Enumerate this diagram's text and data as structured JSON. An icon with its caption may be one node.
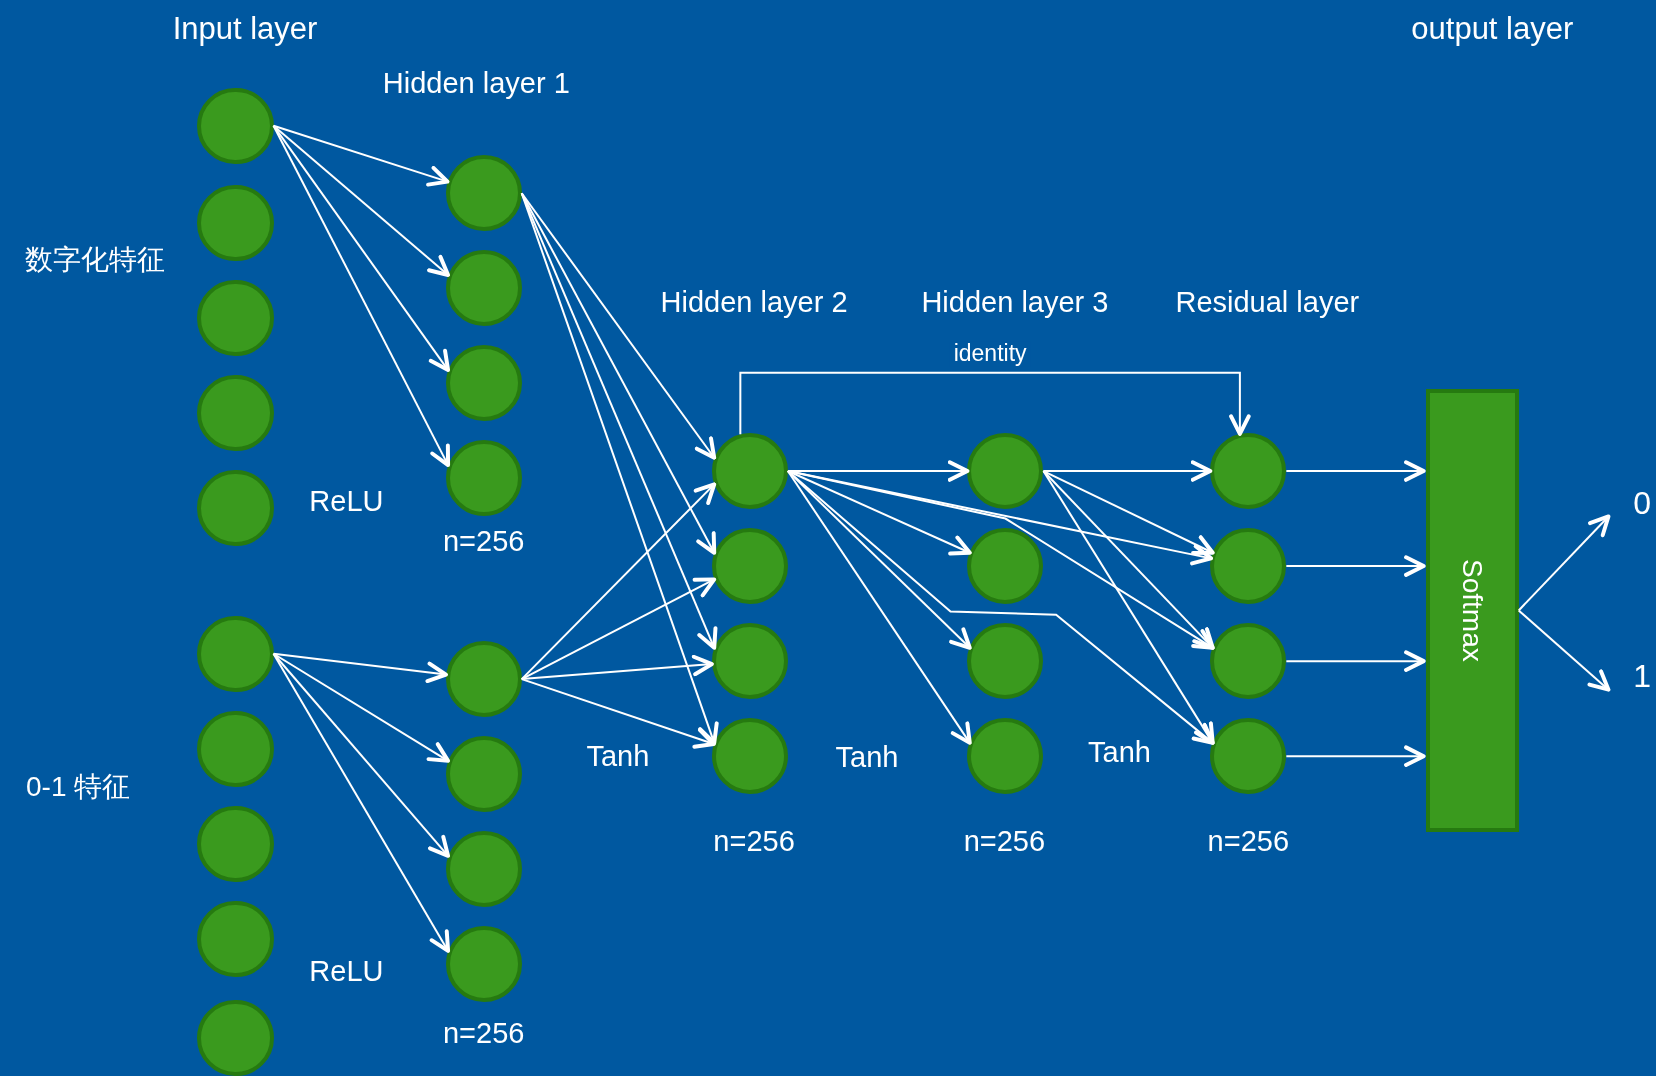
{
  "diagram": {
    "nodes": [
      {
        "text": [],
        "shape": "circle"
      },
      {
        "text": [],
        "shape": "circle"
      },
      {
        "text": [],
        "shape": "circle"
      },
      {
        "text": [],
        "shape": "circle"
      },
      {
        "text": [],
        "shape": "circle"
      },
      {
        "text": [],
        "shape": "circle"
      },
      {
        "text": [],
        "shape": "circle"
      },
      {
        "text": [],
        "shape": "circle"
      },
      {
        "text": [],
        "shape": "circle"
      },
      {
        "text": [],
        "shape": "circle"
      },
      {
        "text": [],
        "shape": "circle"
      },
      {
        "text": [],
        "shape": "circle"
      },
      {
        "text": [],
        "shape": "circle"
      },
      {
        "text": [],
        "shape": "circle"
      },
      {
        "text": [],
        "shape": "circle"
      },
      {
        "text": [],
        "shape": "circle"
      },
      {
        "text": [],
        "shape": "circle"
      },
      {
        "text": [],
        "shape": "circle"
      },
      {
        "text": [],
        "shape": "circle"
      },
      {
        "text": [],
        "shape": "circle"
      },
      {
        "text": [],
        "shape": "circle"
      },
      {
        "text": [],
        "shape": "circle"
      },
      {
        "text": [],
        "shape": "circle"
      },
      {
        "text": [],
        "shape": "circle"
      },
      {
        "text": [],
        "shape": "circle"
      },
      {
        "text": [],
        "shape": "circle"
      },
      {
        "text": [],
        "shape": "circle"
      },
      {
        "text": [],
        "shape": "circle"
      },
      {
        "text": [],
        "shape": "circle"
      },
      {
        "text": [],
        "shape": "circle"
      },
      {
        "text": [
          "Softmax"
        ]
      },
      {
        "text": [
          "0"
        ]
      },
      {
        "text": [
          "1"
        ]
      }
    ],
    "edges": [
      {
        "from": 0,
        "to": 10,
        "arrow": "to"
      },
      {
        "from": 0,
        "to": 11,
        "arrow": "to"
      },
      {
        "from": 0,
        "to": 12,
        "arrow": "to"
      },
      {
        "from": 0,
        "to": 13,
        "arrow": "to"
      },
      {
        "from": 5,
        "to": 14,
        "arrow": "to"
      },
      {
        "from": 5,
        "to": 15,
        "arrow": "to"
      },
      {
        "from": 5,
        "to": 16,
        "arrow": "to"
      },
      {
        "from": 5,
        "to": 17,
        "arrow": "to"
      },
      {
        "from": 10,
        "to": 18,
        "arrow": "to"
      },
      {
        "from": 10,
        "to": 19,
        "arrow": "to"
      },
      {
        "from": 10,
        "to": 20,
        "arrow": "to"
      },
      {
        "from": 10,
        "to": 21,
        "arrow": "to"
      },
      {
        "from": 14,
        "to": 18,
        "arrow": "to"
      },
      {
        "from": 14,
        "to": 19,
        "arrow": "to"
      },
      {
        "from": 14,
        "to": 20,
        "arrow": "to"
      },
      {
        "from": 14,
        "to": 21,
        "arrow": "to"
      },
      {
        "from": 18,
        "to": 22,
        "arrow": "to"
      },
      {
        "from": 18,
        "to": 23,
        "arrow": "to"
      },
      {
        "from": 18,
        "to": 24,
        "arrow": "to"
      },
      {
        "from": 18,
        "to": 25,
        "arrow": "to"
      },
      {
        "from": 18,
        "to": 27,
        "arrow": "to"
      },
      {
        "from": 18,
        "to": 28,
        "arrow": "to"
      },
      {
        "from": 18,
        "to": 29,
        "arrow": "to"
      },
      {
        "from": 22,
        "to": 26,
        "arrow": "to"
      },
      {
        "from": 22,
        "to": 27,
        "arrow": "to"
      },
      {
        "from": 22,
        "to": 28,
        "arrow": "to"
      },
      {
        "from": 22,
        "to": 29,
        "arrow": "to"
      },
      {
        "from": 18,
        "to": 26,
        "arrow": "to",
        "label": "identity"
      },
      {
        "from": 26,
        "to": 30,
        "arrow": "to"
      },
      {
        "from": 27,
        "to": 30,
        "arrow": "to"
      },
      {
        "from": 28,
        "to": 30,
        "arrow": "to"
      },
      {
        "from": 29,
        "to": 30,
        "arrow": "to"
      },
      {
        "from": 30,
        "to": 31,
        "arrow": "to"
      },
      {
        "from": 30,
        "to": 32,
        "arrow": "to"
      }
    ],
    "labels": [
      "Input layer",
      "output layer",
      "Hidden layer 1",
      "数字化特征",
      "Hidden layer 2",
      "Hidden layer 3",
      "Residual layer",
      "ReLU",
      "n=256",
      "Tanh",
      "Tanh",
      "Tanh",
      "0-1 特征",
      "n=256",
      "n=256",
      "n=256",
      "ReLU",
      "n=256"
    ]
  }
}
